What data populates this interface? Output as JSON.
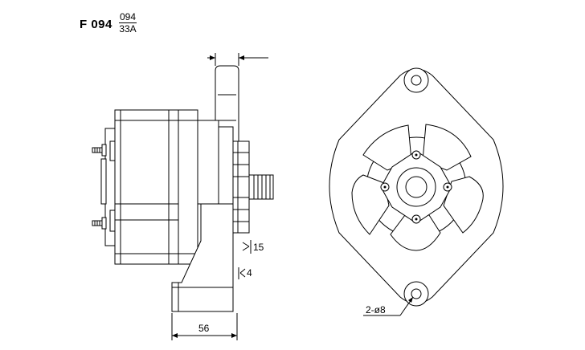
{
  "model": "F 094",
  "fraction": {
    "numerator": "094",
    "denominator": "33A"
  },
  "dimensions": {
    "gap_15": "15",
    "gap_4": "4",
    "width_56": "56",
    "holes": "2-ø8"
  }
}
